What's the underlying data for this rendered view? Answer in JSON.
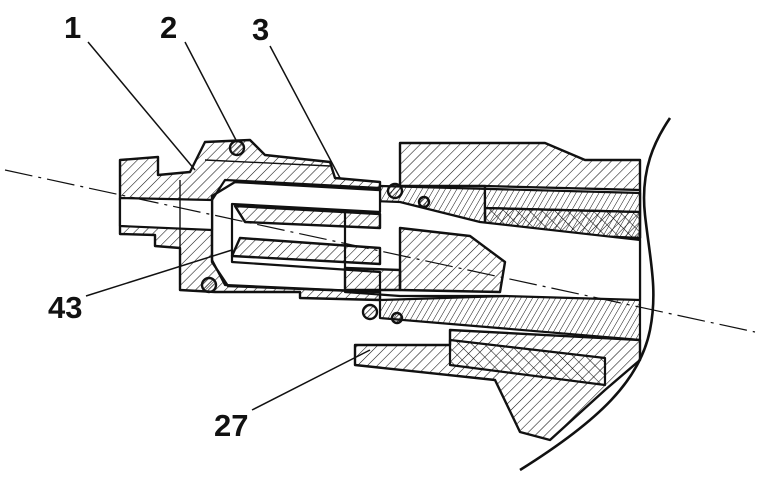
{
  "callouts": [
    {
      "id": "1",
      "text": "1"
    },
    {
      "id": "2",
      "text": "2"
    },
    {
      "id": "3",
      "text": "3"
    },
    {
      "id": "43",
      "text": "43"
    },
    {
      "id": "27",
      "text": "27"
    }
  ],
  "colors": {
    "ink": "#111111",
    "background": "#ffffff"
  }
}
